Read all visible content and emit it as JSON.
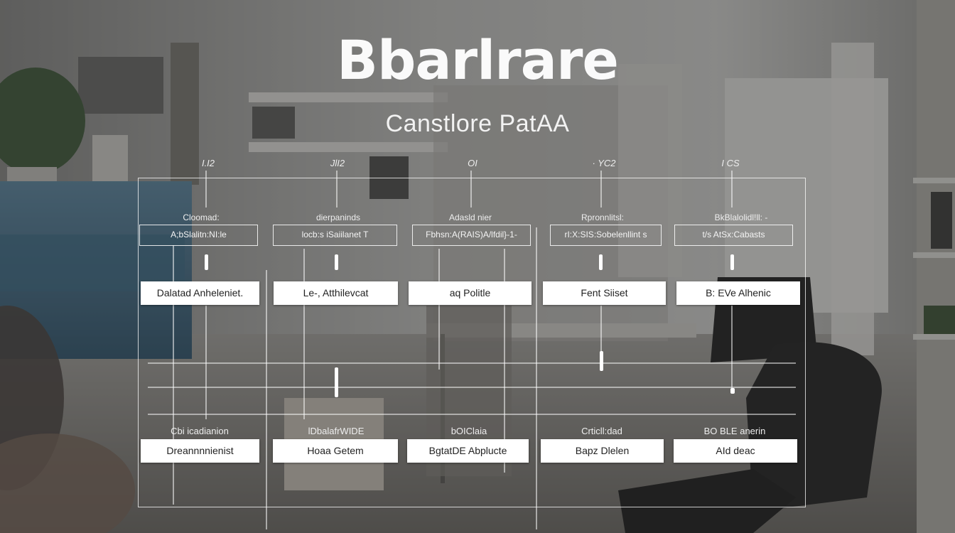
{
  "title": "Bbarlrare",
  "subtitle": "Canstlore PatAA",
  "columns": [
    {
      "tick": "I.I2",
      "top_label": "Cloomad:",
      "top_box": "A;bSlalitn:NI:le",
      "mid_box": "Dalatad Anheleniet.",
      "bottom_label": "Cbi icadianion",
      "bottom_box": "Dreannnnienist"
    },
    {
      "tick": "JlI2",
      "top_label": "dierpaninds",
      "top_box": "locb:s iSaiilanet T",
      "mid_box": "Le-, Atthilevcat",
      "bottom_label": "lDbalafrWIDE",
      "bottom_box": "Hoaa Getem"
    },
    {
      "tick": "OI",
      "top_label": "Adasld nier",
      "top_box": "Fbhsn:A(RAIS)A/lfdil}-1-",
      "mid_box": "aq Politle",
      "bottom_label": "bOIClaia",
      "bottom_box": "BgtatDE Abplucte"
    },
    {
      "tick": "· YC2",
      "top_label": "Rpronnlitsl:",
      "top_box": "rI:X:SIS:Sobelenllint s",
      "mid_box": "Fent Siiset",
      "bottom_label": "Crticll:dad",
      "bottom_box": "Bapz Dlelen"
    },
    {
      "tick": "I CS",
      "top_label": "BkBlalolidl!ll: -",
      "top_box": "t/s AtSx:Cabasts",
      "mid_box": "B: EVe Alhenic",
      "bottom_label": "BO BLE anerin",
      "bottom_box": "AId deac"
    }
  ]
}
